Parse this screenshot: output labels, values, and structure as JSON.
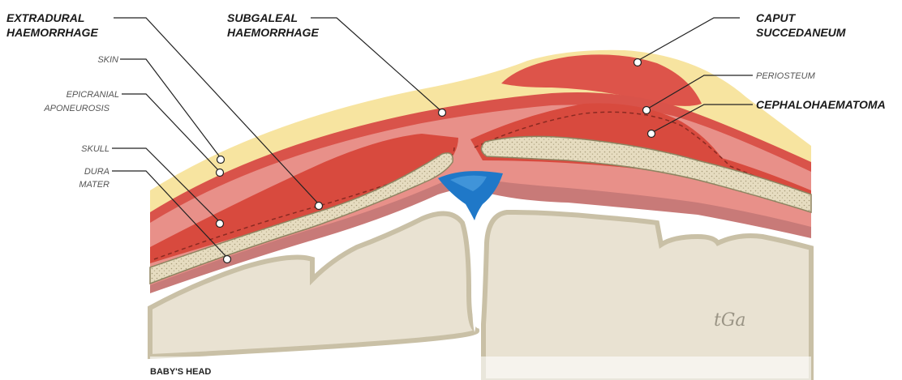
{
  "labels": {
    "extradural_1": "EXTRADURAL",
    "extradural_2": "HAEMORRHAGE",
    "skin": "SKIN",
    "epicranial_1": "EPICRANIAL",
    "epicranial_2": "APONEUROSIS",
    "skull": "SKULL",
    "dura_1": "DURA",
    "dura_2": "MATER",
    "subgaleal_1": "SUBGALEAL",
    "subgaleal_2": "HAEMORRHAGE",
    "caput_1": "CAPUT",
    "caput_2": "SUCCEDANEUM",
    "periosteum": "PERIOSTEUM",
    "cephalo": "CEPHALOHAEMATOMA"
  },
  "caption": "BABY'S HEAD",
  "signature": "tGa",
  "colors": {
    "skin": "#f7e4a0",
    "scalp_red": "#d9534a",
    "aponeurosis": "#e89089",
    "haemorrhage": "#d84a3e",
    "skull": "#d9d0b3",
    "dura": "#c87a78",
    "brain": "#e9e2d2",
    "brain_border": "#c9c0a6",
    "sinus": "#1f78c8"
  }
}
